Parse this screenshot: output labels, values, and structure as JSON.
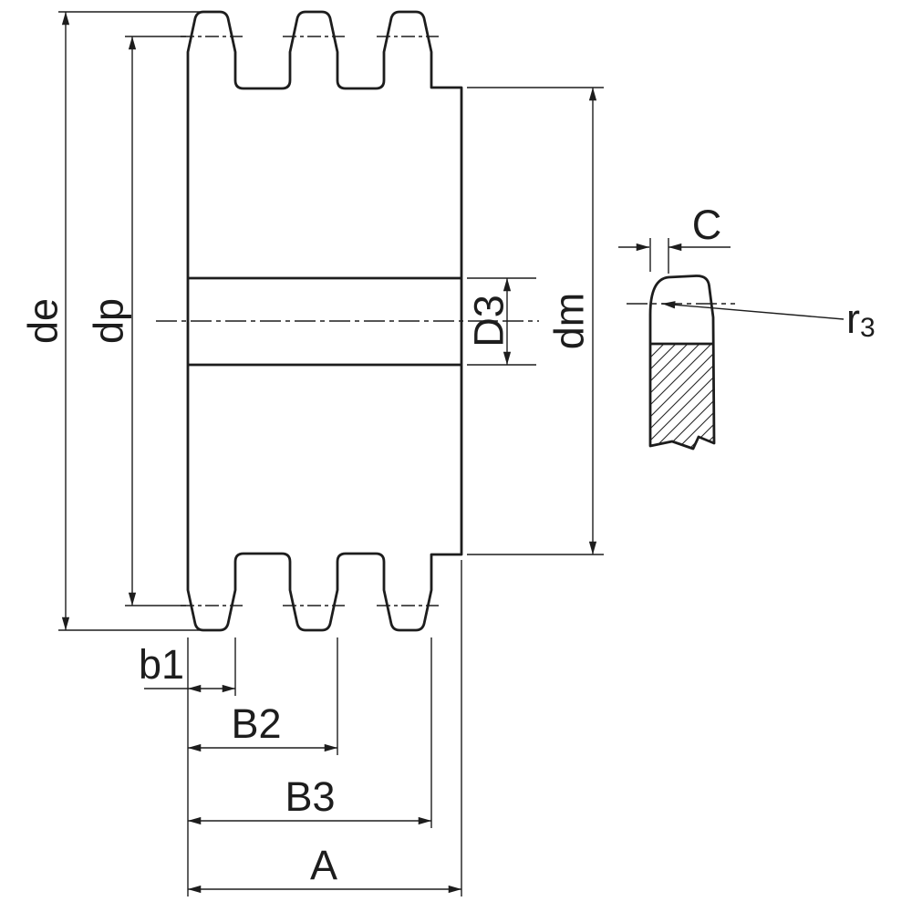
{
  "drawing": {
    "description": "Technical dimension drawing of a triplex roller-chain sprocket: hatched cross-section with three tooth rows, bore band, centerlines, and a separate single-tooth detail view",
    "line_color": "#1d1d1d",
    "background_color": "#ffffff"
  },
  "labels": {
    "de": "de",
    "dp": "dp",
    "d3": "D3",
    "dm": "dm",
    "b1": "b1",
    "b2": "B2",
    "b3": "B3",
    "a": "A",
    "c": "C",
    "r3_base": "r",
    "r3_sub": "3"
  }
}
